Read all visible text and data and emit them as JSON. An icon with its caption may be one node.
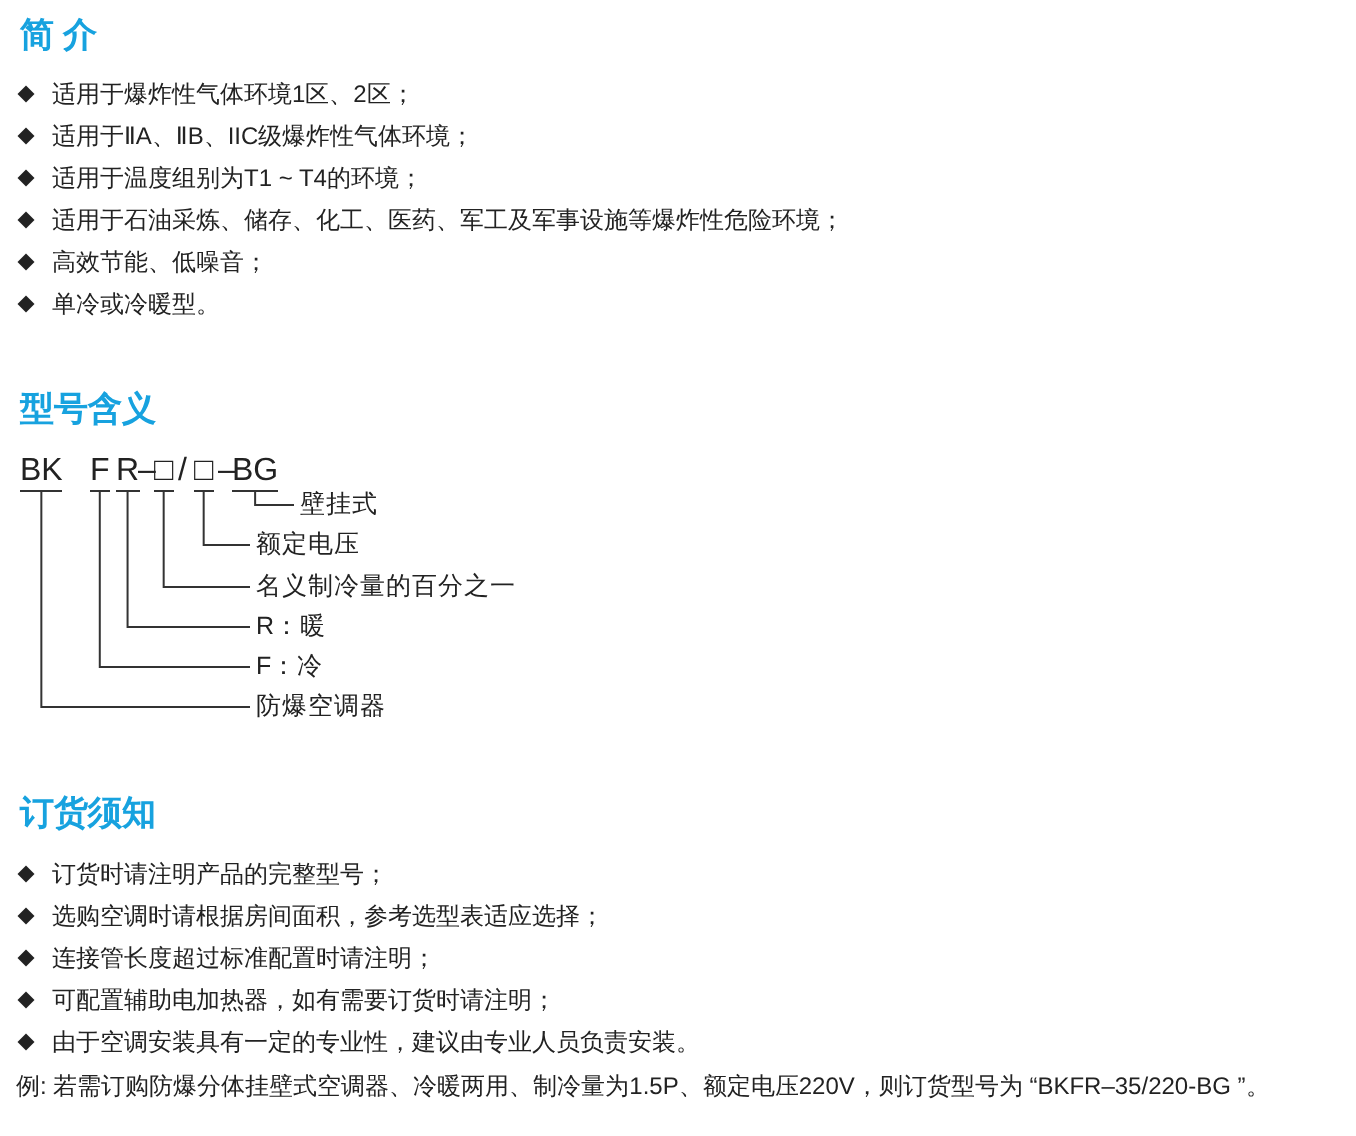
{
  "diagram": {
    "nodes": [
      {
        "text": [
          "BK"
        ]
      },
      {
        "text": [
          "F"
        ]
      },
      {
        "text": [
          "R"
        ]
      },
      {
        "text": [
          "□"
        ]
      },
      {
        "text": [
          "□"
        ]
      },
      {
        "text": [
          "BG"
        ]
      },
      {
        "text": [
          "壁挂式"
        ]
      },
      {
        "text": [
          "额定电压"
        ]
      },
      {
        "text": [
          "名义制冷量的百分之一"
        ]
      },
      {
        "text": [
          "R：暖"
        ]
      },
      {
        "text": [
          "F：冷"
        ]
      },
      {
        "text": [
          "防爆空调器"
        ]
      }
    ],
    "edges": [
      {
        "from": 5,
        "to": 6,
        "arrow": "none"
      },
      {
        "from": 4,
        "to": 7,
        "arrow": "none"
      },
      {
        "from": 3,
        "to": 8,
        "arrow": "none"
      },
      {
        "from": 2,
        "to": 9,
        "arrow": "none"
      },
      {
        "from": 1,
        "to": 10,
        "arrow": "none"
      },
      {
        "from": 0,
        "to": 11,
        "arrow": "none"
      }
    ],
    "labels": [
      "简 介",
      "适用于爆炸性气体环境1区、2区；",
      "适用于ⅡA、ⅡB、IIC级爆炸性气体环境；",
      "适用于温度组别为T1 ~ T4的环境；",
      "适用于石油采炼、储存、化工、医药、军工及军事设施等爆炸性危险环境；",
      "高效节能、低噪音；",
      "单冷或冷暖型。",
      "型号含义",
      "–",
      "/",
      "–",
      "订货须知",
      "订货时请注明产品的完整型号；",
      "选购空调时请根据房间面积，参考选型表适应选择；",
      "连接管长度超过标准配置时请注明；",
      "可配置辅助电加热器，如有需要订货时请注明；",
      "由于空调安装具有一定的专业性，建议由专业人员负责安装。",
      "例: 若需订购防爆分体挂壁式空调器、冷暖两用、制冷量为1.5P、额定电压220V，则订货型号为 “BKFR–35/220-BG ”。"
    ]
  }
}
